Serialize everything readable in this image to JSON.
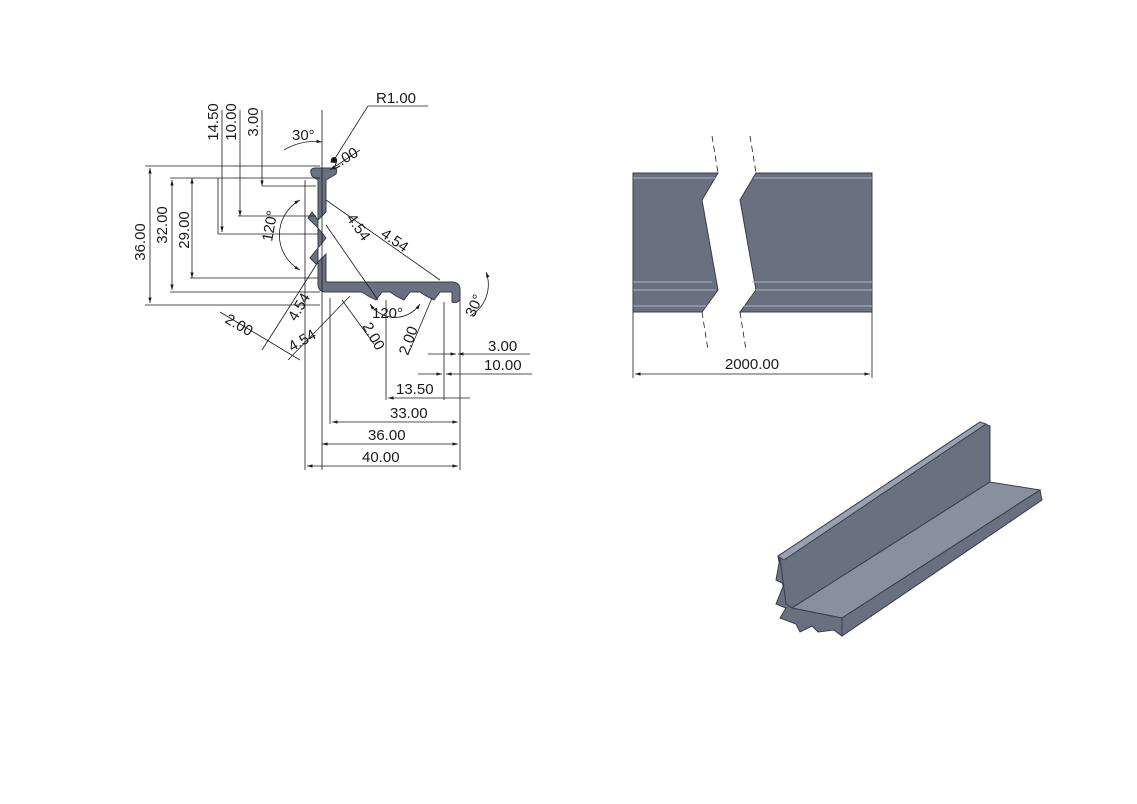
{
  "section_view": {
    "radius_label": "R1.00",
    "angles": {
      "top": "30°",
      "upper_inner": "120°",
      "lower_inner": "120°",
      "right": "30°"
    },
    "thickness": {
      "top_tip": "2.00",
      "left_lower": "2.00",
      "bottom_a": "2.00",
      "bottom_b": "2.00"
    },
    "slot": {
      "a": "4.54",
      "b": "4.54",
      "c": "4.54",
      "d": "4.54"
    },
    "vertical": {
      "d14_50": "14.50",
      "d10_00": "10.00",
      "d3_00": "3.00",
      "d36_00": "36.00",
      "d32_00": "32.00",
      "d29_00": "29.00"
    },
    "horizontal": {
      "d3_00": "3.00",
      "d10_00": "10.00",
      "d13_50": "13.50",
      "d33_00": "33.00",
      "d36_00": "36.00",
      "d40_00": "40.00"
    }
  },
  "side_view": {
    "length_label": "2000.00"
  }
}
